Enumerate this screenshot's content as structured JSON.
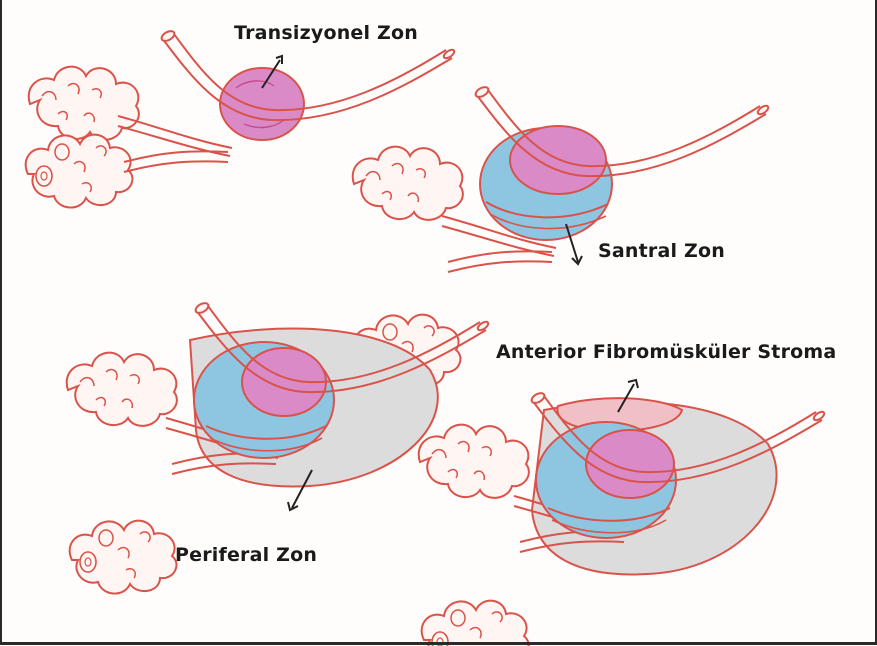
{
  "labels": {
    "transition_zone": "Transizyonel Zon",
    "central_zone": "Santral Zon",
    "anterior_stroma": "Anterior Fibromüsküler Stroma",
    "peripheral_zone": "Periferal Zon"
  },
  "colors": {
    "outline": "#d9534a",
    "transition_fill": "#d98ac7",
    "central_fill": "#8ec5e0",
    "peripheral_fill": "#dcdcdc",
    "stroma_fill": "#f0c0c6",
    "label_text": "#1a1a1a"
  }
}
